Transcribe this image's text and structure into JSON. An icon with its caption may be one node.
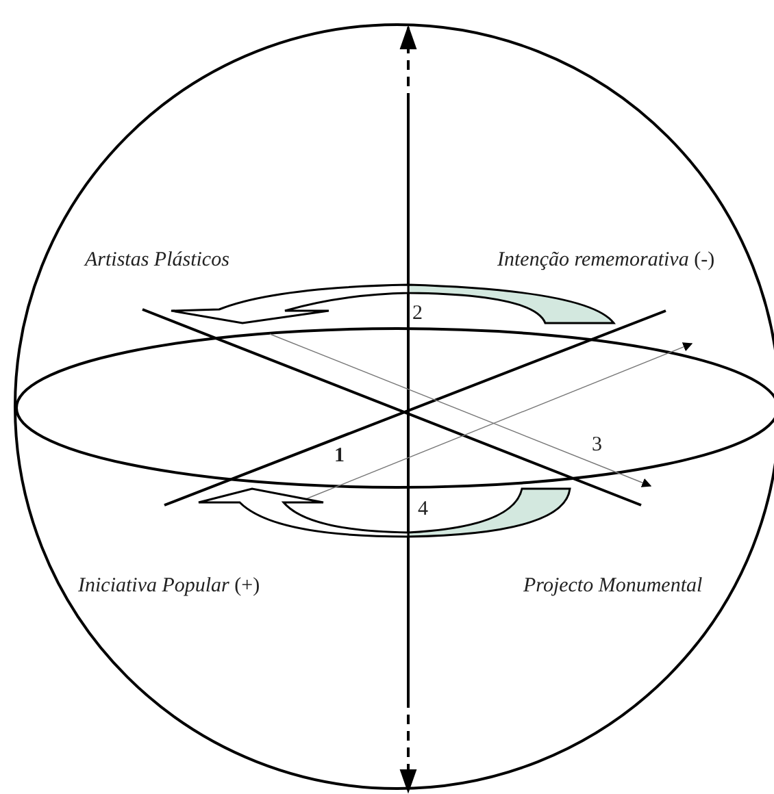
{
  "diagram": {
    "labels": [
      "*Artistas Plásticos*",
      "*Intenção rememorativa* (-)",
      "2",
      "1",
      "3",
      "4",
      "*Iniciativa Popular* (+)",
      "*Projecto Monumental*"
    ]
  }
}
